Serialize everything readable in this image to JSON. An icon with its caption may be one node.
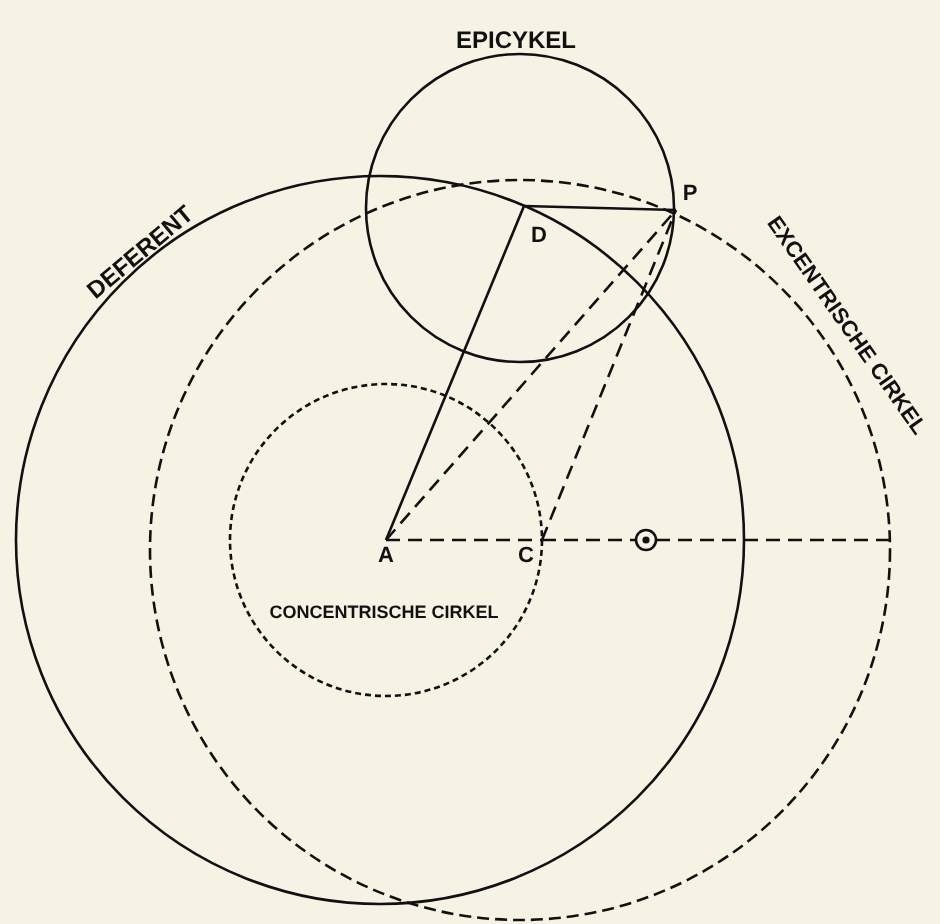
{
  "diagram": {
    "nodes": [
      {
        "text": [
          "A"
        ]
      },
      {
        "text": [
          "C"
        ]
      },
      {
        "text": [
          "D"
        ]
      },
      {
        "text": [
          "P"
        ]
      },
      {
        "text": [],
        "shape": "circle"
      }
    ],
    "edges": [
      {
        "from": 0,
        "to": 2,
        "arrow": "none"
      },
      {
        "from": 2,
        "to": 3,
        "arrow": "none"
      },
      {
        "from": 0,
        "to": 3,
        "arrow": "none",
        "style": "dashed"
      },
      {
        "from": 1,
        "to": 3,
        "arrow": "none",
        "style": "dashed"
      },
      {
        "from": 0,
        "to": 1,
        "arrow": "none",
        "style": "dashed"
      },
      {
        "from": 1,
        "to": 4,
        "arrow": "none",
        "style": "dashed"
      },
      {
        "from": 4,
        "to": null,
        "arrow": "none",
        "style": "dashed"
      }
    ],
    "labels": [
      "EPICYKEL",
      "DEFERENT",
      "EXCENTRISCHE CIRKEL",
      "CONCENTRISCHE CIRKEL"
    ]
  }
}
